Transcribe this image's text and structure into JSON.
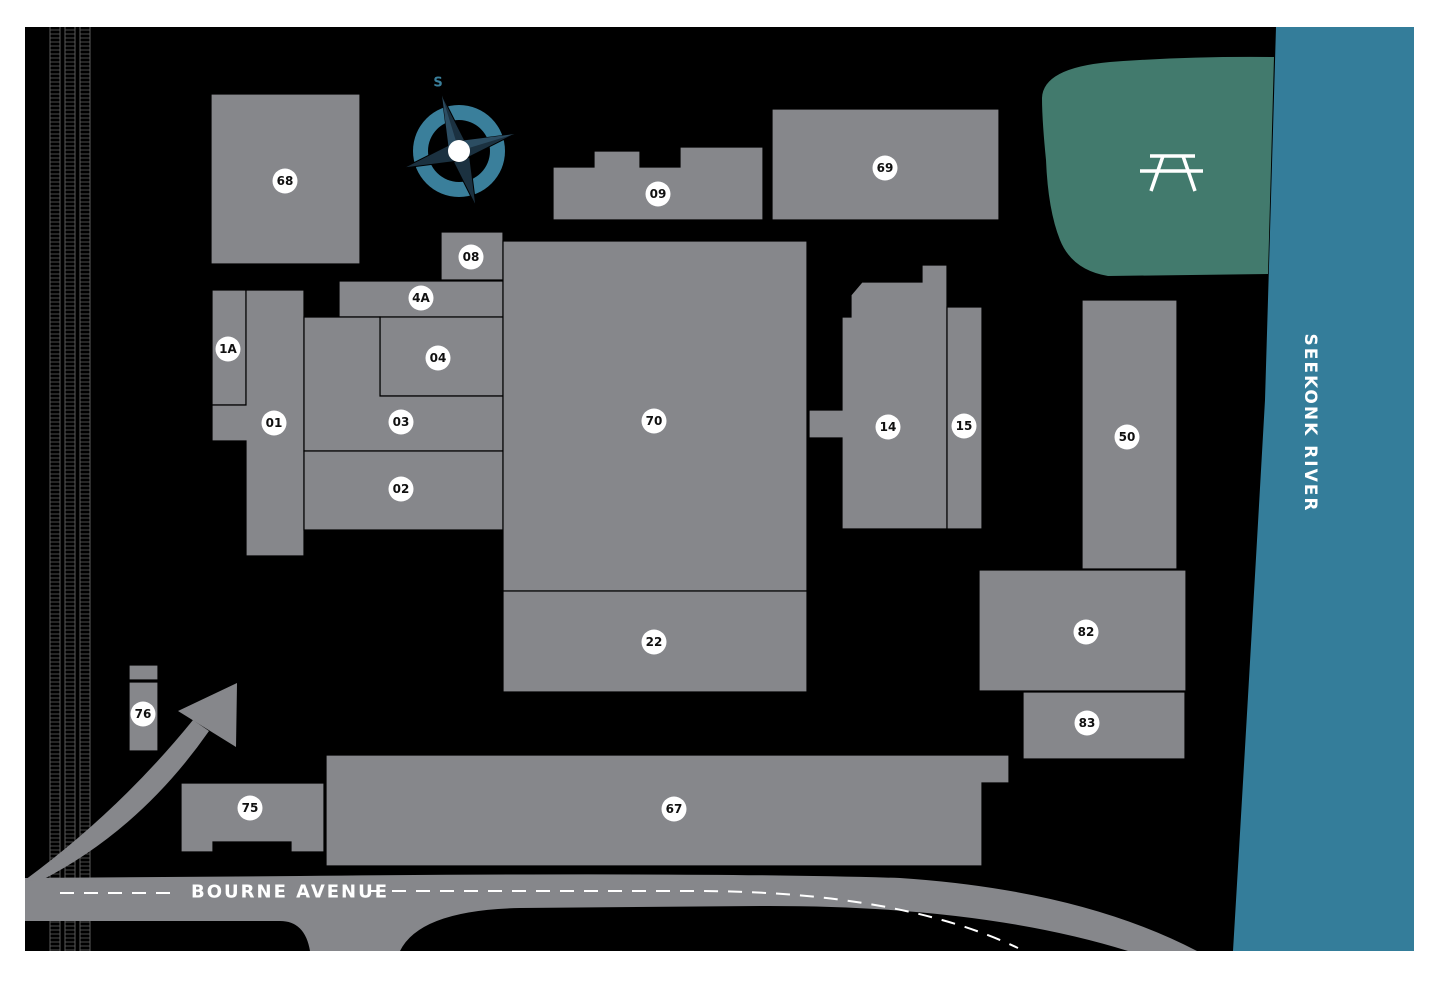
{
  "map": {
    "street_label": "BOURNE AVENUE",
    "river_label": "SEEKONK RIVER",
    "compass_label": "S",
    "colors": {
      "background": "#000000",
      "building": "#86878b",
      "river": "#347d9a",
      "park": "#427a6d",
      "road": "#86878b",
      "compass": "#3a7f9b"
    },
    "icons": {
      "park": "picnic-table-icon",
      "compass": "compass-rose-icon",
      "direction": "entrance-arrow-icon"
    },
    "buildings": [
      {
        "id": "68",
        "label": "68"
      },
      {
        "id": "09",
        "label": "09"
      },
      {
        "id": "69",
        "label": "69"
      },
      {
        "id": "08",
        "label": "08"
      },
      {
        "id": "4A",
        "label": "4A"
      },
      {
        "id": "1A",
        "label": "1A"
      },
      {
        "id": "04",
        "label": "04"
      },
      {
        "id": "01",
        "label": "01"
      },
      {
        "id": "03",
        "label": "03"
      },
      {
        "id": "70",
        "label": "70"
      },
      {
        "id": "14",
        "label": "14"
      },
      {
        "id": "15",
        "label": "15"
      },
      {
        "id": "50",
        "label": "50"
      },
      {
        "id": "02",
        "label": "02"
      },
      {
        "id": "22",
        "label": "22"
      },
      {
        "id": "82",
        "label": "82"
      },
      {
        "id": "76",
        "label": "76"
      },
      {
        "id": "83",
        "label": "83"
      },
      {
        "id": "75",
        "label": "75"
      },
      {
        "id": "67",
        "label": "67"
      }
    ]
  }
}
